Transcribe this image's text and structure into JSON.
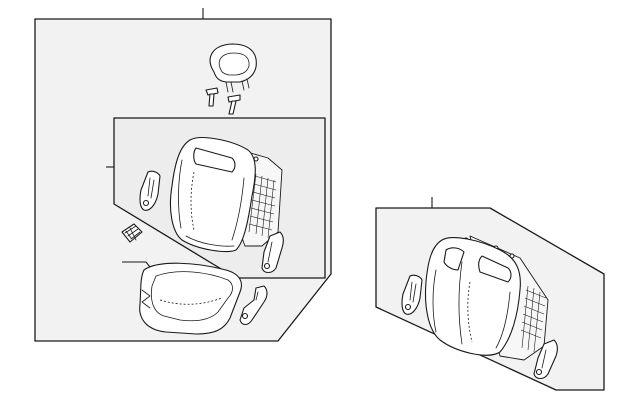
{
  "diagram": {
    "kind": "exploded parts view",
    "assemblies": [
      "seat-assembly-left",
      "seatback-assembly-right"
    ],
    "left_assembly_parts": [
      "headrest",
      "headrest-guide-pin",
      "headrest-guide-pin",
      "seatback-frame-panel",
      "seatback-cushion",
      "recliner-cover",
      "hinge-bracket",
      "trim-clip",
      "seat-cushion",
      "cushion-side-bracket"
    ],
    "right_assembly_parts": [
      "seatback-cushion",
      "seatback-frame-panel",
      "recliner-cover",
      "hinge-bracket"
    ],
    "line_color": "#1a1a1a",
    "panel_fill": "#f2f2f2",
    "part_fill": "#ffffff"
  }
}
